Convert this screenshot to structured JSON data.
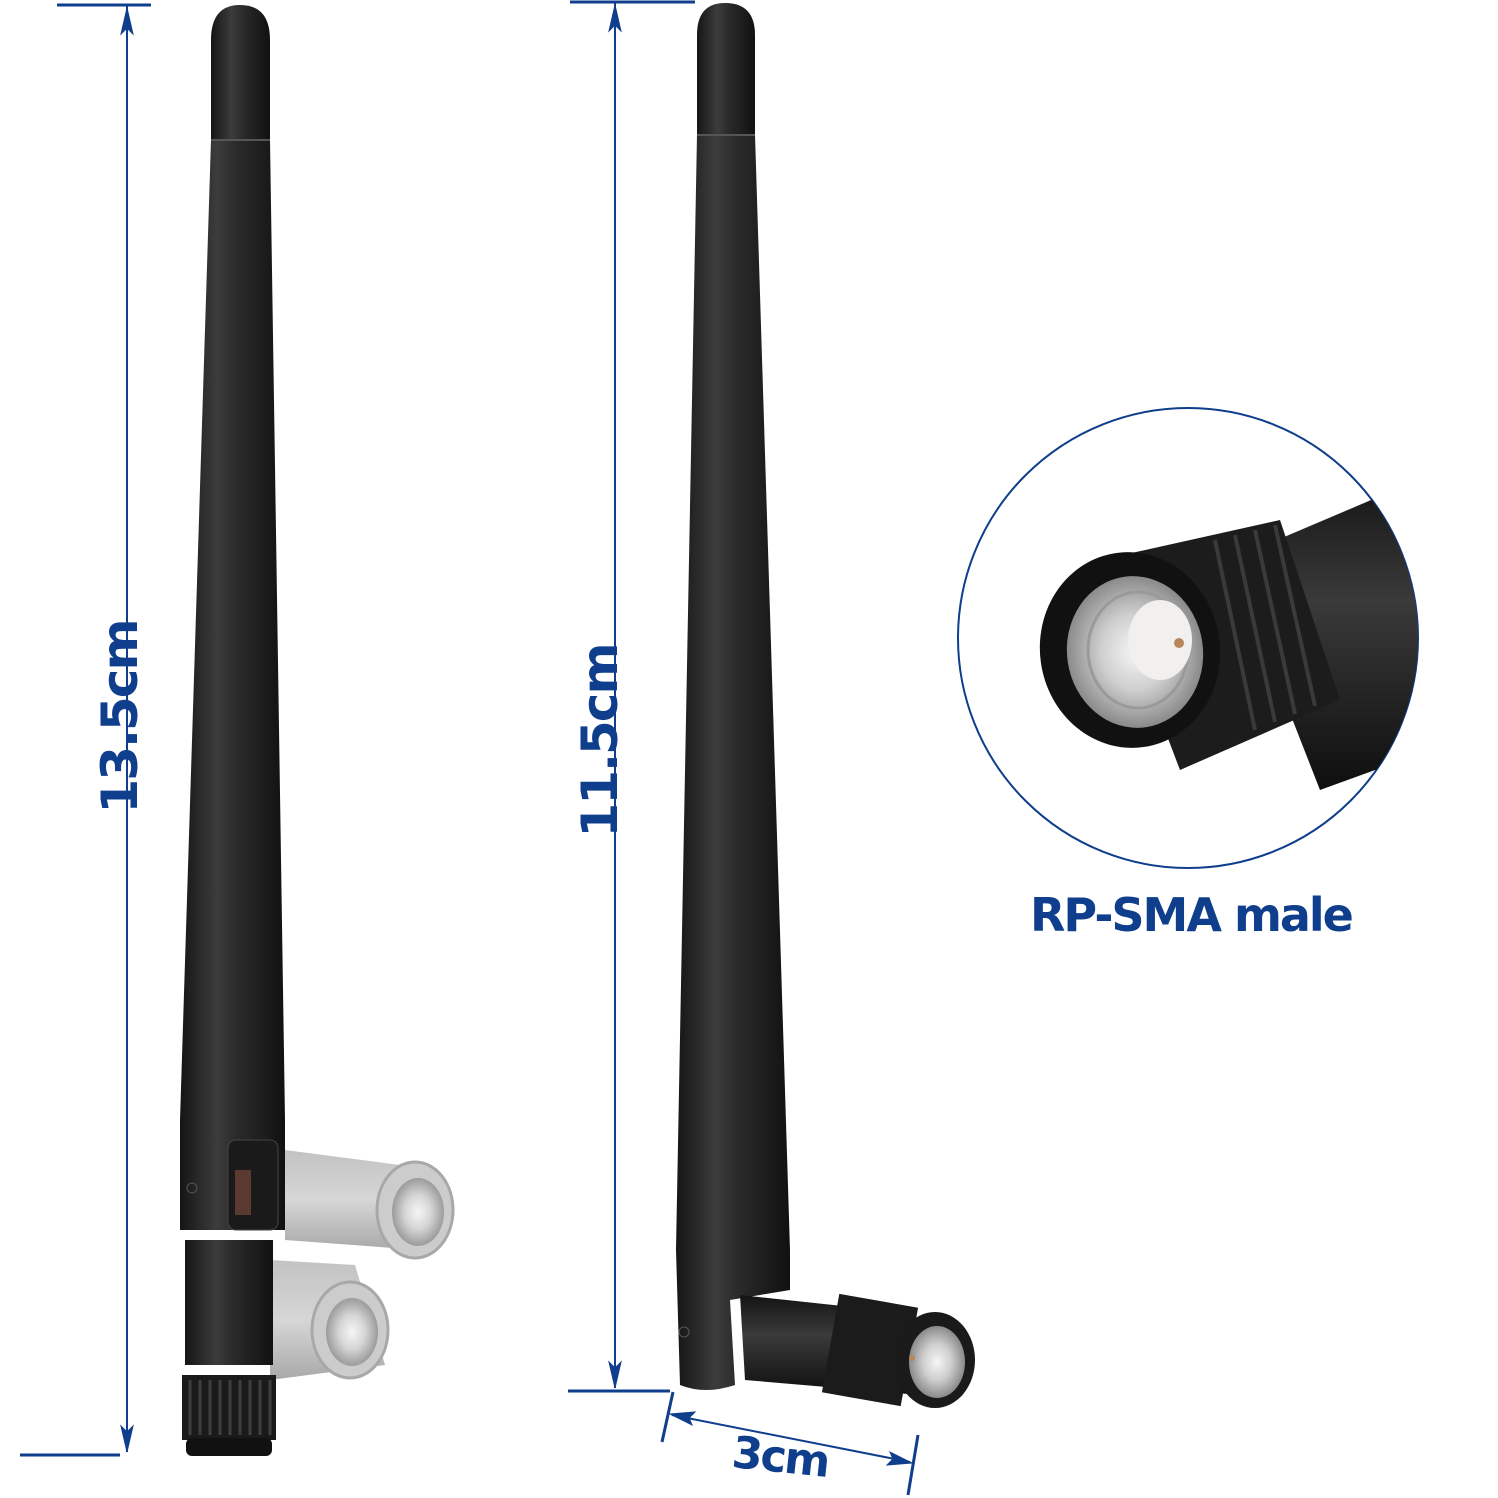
{
  "image": {
    "description": "Product photo of two black rubber-duck Wi-Fi antennas with dimension annotations and a circular close-up of the connector",
    "accent_color": "#0f3e8c",
    "background_color": "#ffffff"
  },
  "dimensions": {
    "left_antenna_height": "13.5cm",
    "right_antenna_height": "11.5cm",
    "connector_length": "3cm"
  },
  "callout": {
    "connector_type": "RP-SMA male"
  }
}
